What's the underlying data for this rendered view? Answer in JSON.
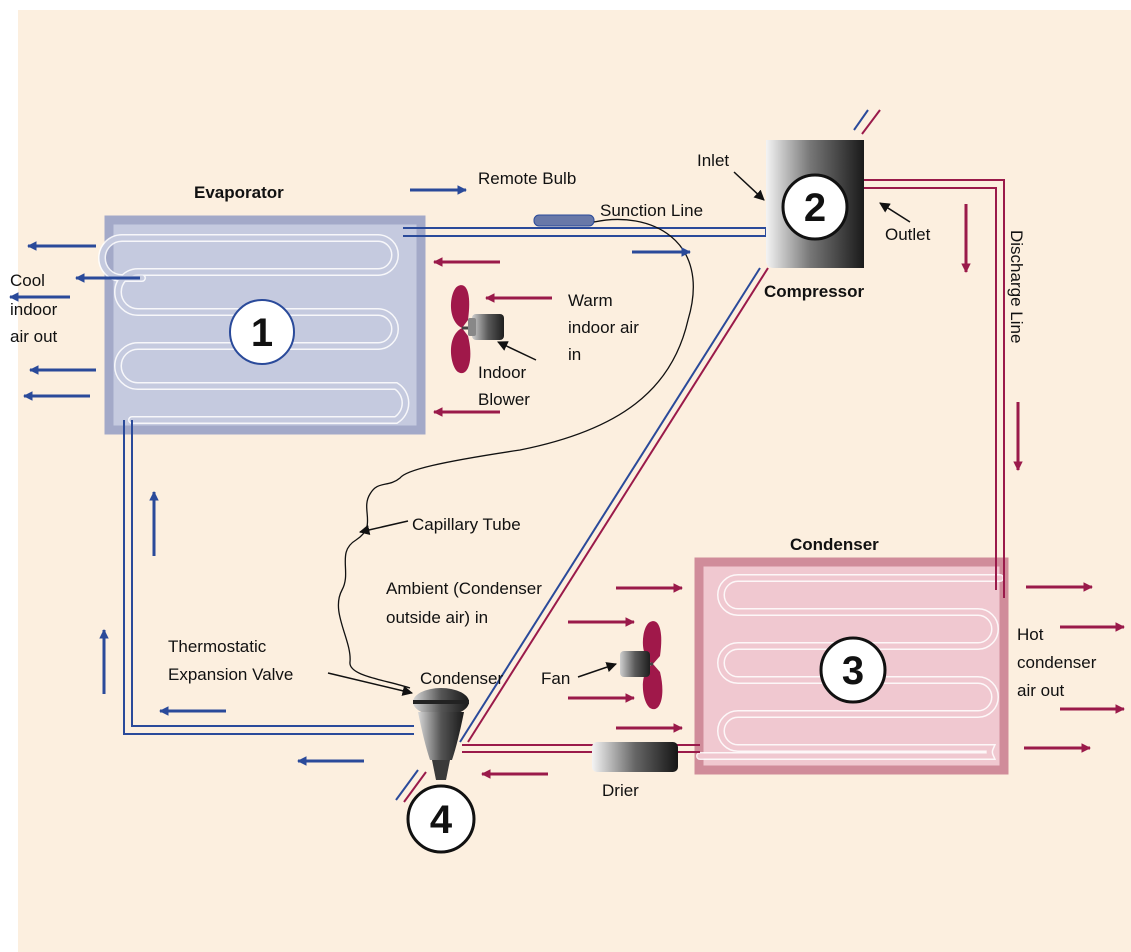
{
  "labels": {
    "evaporator": "Evaporator",
    "compressor": "Compressor",
    "condenser_title": "Condenser",
    "remote_bulb": "Remote Bulb",
    "suction_line": "Sunction Line",
    "inlet": "Inlet",
    "outlet": "Outlet",
    "discharge_line": "Discharge Line",
    "cool_air": [
      "Cool",
      "indoor",
      "air out"
    ],
    "warm_air": [
      "Warm",
      "indoor air",
      "in"
    ],
    "indoor_blower": [
      "Indoor",
      "Blower"
    ],
    "capillary_tube": "Capillary Tube",
    "ambient": [
      "Ambient (Condenser",
      "outside air) in"
    ],
    "thermostatic": [
      "Thermostatic",
      "Expansion Valve"
    ],
    "condenser_small": "Condenser",
    "fan": "Fan",
    "hot_air": [
      "Hot",
      "condenser",
      "air out"
    ],
    "drier": "Drier"
  },
  "numbers": {
    "evaporator": "1",
    "compressor": "2",
    "condenser": "3",
    "expansion_valve": "4"
  },
  "colors": {
    "background": "#fcefdf",
    "cold_line": "#2a4a9a",
    "hot_line": "#9a1a4a",
    "evaporator_fill": "#c3c8dd",
    "evaporator_border": "#a4aac8",
    "condenser_fill": "#f0c8d0",
    "condenser_border": "#d08a98",
    "fan_blade": "#a0184a"
  }
}
